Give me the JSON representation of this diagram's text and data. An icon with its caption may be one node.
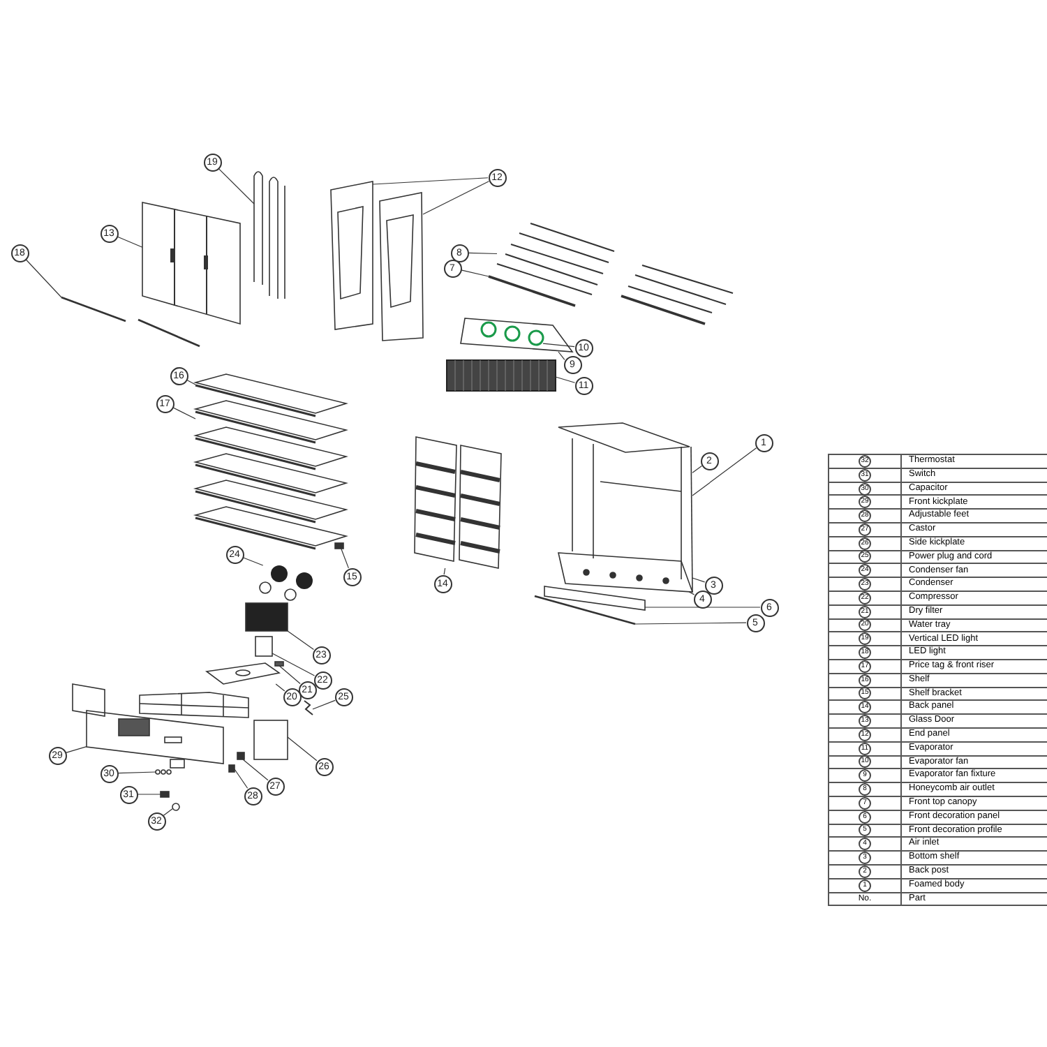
{
  "diagram": {
    "nodes": [
      {
        "text": [
          "19"
        ]
      },
      {
        "text": [
          "12"
        ]
      },
      {
        "text": [
          "13"
        ]
      },
      {
        "text": [
          "18"
        ]
      },
      {
        "text": [
          "8"
        ]
      },
      {
        "text": [
          "7"
        ]
      },
      {
        "text": [
          "10"
        ]
      },
      {
        "text": [
          "9"
        ]
      },
      {
        "text": [
          "11"
        ]
      },
      {
        "text": [
          "16"
        ]
      },
      {
        "text": [
          "17"
        ]
      },
      {
        "text": [
          "1"
        ]
      },
      {
        "text": [
          "2"
        ]
      },
      {
        "text": [
          "15"
        ]
      },
      {
        "text": [
          "14"
        ]
      },
      {
        "text": [
          "3"
        ]
      },
      {
        "text": [
          "4"
        ]
      },
      {
        "text": [
          "6"
        ]
      },
      {
        "text": [
          "5"
        ]
      },
      {
        "text": [
          "24"
        ]
      },
      {
        "text": [
          "23"
        ]
      },
      {
        "text": [
          "22"
        ]
      },
      {
        "text": [
          "21"
        ]
      },
      {
        "text": [
          "20"
        ]
      },
      {
        "text": [
          "25"
        ]
      },
      {
        "text": [
          "29"
        ]
      },
      {
        "text": [
          "26"
        ]
      },
      {
        "text": [
          "27"
        ]
      },
      {
        "text": [
          "28"
        ]
      },
      {
        "text": [
          "30"
        ]
      },
      {
        "text": [
          "31"
        ]
      },
      {
        "text": [
          "32"
        ]
      },
      {
        "text": [],
        "shape": "picture"
      },
      {
        "text": [],
        "shape": "picture"
      },
      {
        "text": [],
        "shape": "picture"
      },
      {
        "text": [],
        "shape": "picture"
      },
      {
        "text": [],
        "shape": "picture"
      },
      {
        "text": [],
        "shape": "picture"
      },
      {
        "text": [],
        "shape": "picture"
      },
      {
        "text": [],
        "shape": "picture",
        "in": 40
      },
      {
        "text": [],
        "shape": "picture"
      },
      {
        "text": [],
        "shape": "picture"
      },
      {
        "text": [],
        "shape": "picture"
      },
      {
        "text": [],
        "shape": "box",
        "in": 42
      },
      {
        "text": [],
        "shape": "picture"
      },
      {
        "text": [],
        "shape": "picture"
      },
      {
        "text": [],
        "shape": "picture"
      },
      {
        "text": [],
        "shape": "picture"
      },
      {
        "text": [],
        "shape": "picture"
      },
      {
        "text": [],
        "shape": "box"
      },
      {
        "text": [],
        "shape": "box"
      },
      {
        "text": [],
        "shape": "box"
      },
      {
        "text": [],
        "shape": "picture"
      },
      {
        "text": [],
        "shape": "picture"
      },
      {
        "text": [],
        "shape": "box"
      },
      {
        "text": [],
        "shape": "picture"
      },
      {
        "text": [],
        "shape": "box"
      },
      {
        "text": [],
        "shape": "box"
      },
      {
        "text": [],
        "shape": "picture"
      },
      {
        "text": [],
        "shape": "box"
      },
      {
        "text": [],
        "shape": "circle"
      }
    ],
    "edges": [
      {
        "from": 0,
        "to": 33,
        "arrow": "none"
      },
      {
        "from": 1,
        "to": 34,
        "arrow": "none"
      },
      {
        "from": 1,
        "to": 35,
        "arrow": "none"
      },
      {
        "from": 2,
        "to": 32,
        "arrow": "none"
      },
      {
        "from": 3,
        "to": 36,
        "arrow": "none"
      },
      {
        "from": 4,
        "to": 37,
        "arrow": "none"
      },
      {
        "from": 5,
        "to": 38,
        "arrow": "none"
      },
      {
        "from": 6,
        "to": 39,
        "arrow": "none"
      },
      {
        "from": 7,
        "to": 40,
        "arrow": "none"
      },
      {
        "from": 8,
        "to": 41,
        "arrow": "none"
      },
      {
        "from": 9,
        "to": 42,
        "arrow": "none"
      },
      {
        "from": 10,
        "to": 42,
        "arrow": "none"
      },
      {
        "from": 11,
        "to": 45,
        "arrow": "none"
      },
      {
        "from": 12,
        "to": 45,
        "arrow": "none"
      },
      {
        "from": 13,
        "to": 43,
        "arrow": "none"
      },
      {
        "from": 14,
        "to": 44,
        "arrow": "none"
      },
      {
        "from": 15,
        "to": 45,
        "arrow": "none"
      },
      {
        "from": 16,
        "to": 45,
        "arrow": "none"
      },
      {
        "from": 17,
        "to": 46,
        "arrow": "none"
      },
      {
        "from": 18,
        "to": 47,
        "arrow": "none"
      },
      {
        "from": 19,
        "to": 48,
        "arrow": "none"
      },
      {
        "from": 20,
        "to": 49,
        "arrow": "none"
      },
      {
        "from": 21,
        "to": 50,
        "arrow": "none"
      },
      {
        "from": 22,
        "to": 51,
        "arrow": "none"
      },
      {
        "from": 23,
        "to": 52,
        "arrow": "none"
      },
      {
        "from": 24,
        "to": 55,
        "arrow": "none"
      },
      {
        "from": 25,
        "to": 53,
        "arrow": "none"
      },
      {
        "from": 26,
        "to": 54,
        "arrow": "none"
      },
      {
        "from": 27,
        "to": 56,
        "arrow": "none"
      },
      {
        "from": 28,
        "to": 57,
        "arrow": "none"
      },
      {
        "from": 29,
        "to": 58,
        "arrow": "none"
      },
      {
        "from": 30,
        "to": 59,
        "arrow": "none"
      },
      {
        "from": 31,
        "to": 60,
        "arrow": "none"
      }
    ],
    "labels": [
      "32",
      "Thermostat",
      "31",
      "Switch",
      "30",
      "Capacitor",
      "29",
      "Front kickplate",
      "28",
      "Adjustable feet",
      "27",
      "Castor",
      "26",
      "Side kickplate",
      "25",
      "Power plug and cord",
      "24",
      "Condenser fan",
      "23",
      "Condenser",
      "22",
      "Compressor",
      "21",
      "Dry filter",
      "20",
      "Water tray",
      "19",
      "Vertical LED light",
      "18",
      "LED light",
      "17",
      "Price tag & front riser",
      "16",
      "Shelf",
      "15",
      "Shelf bracket",
      "14",
      "Back panel",
      "13",
      "Glass Door",
      "12",
      "End panel",
      "11",
      "Evaporator",
      "10",
      "Evaporator fan",
      "9",
      "Evaporator fan fixture",
      "8",
      "Honeycomb air outlet",
      "7",
      "Front top canopy",
      "6",
      "Front decoration panel",
      "5",
      "Front decoration profile",
      "4",
      "Air inlet",
      "3",
      "Bottom shelf",
      "2",
      "Back post",
      "1",
      "Foamed body",
      "No.",
      "Part"
    ]
  }
}
